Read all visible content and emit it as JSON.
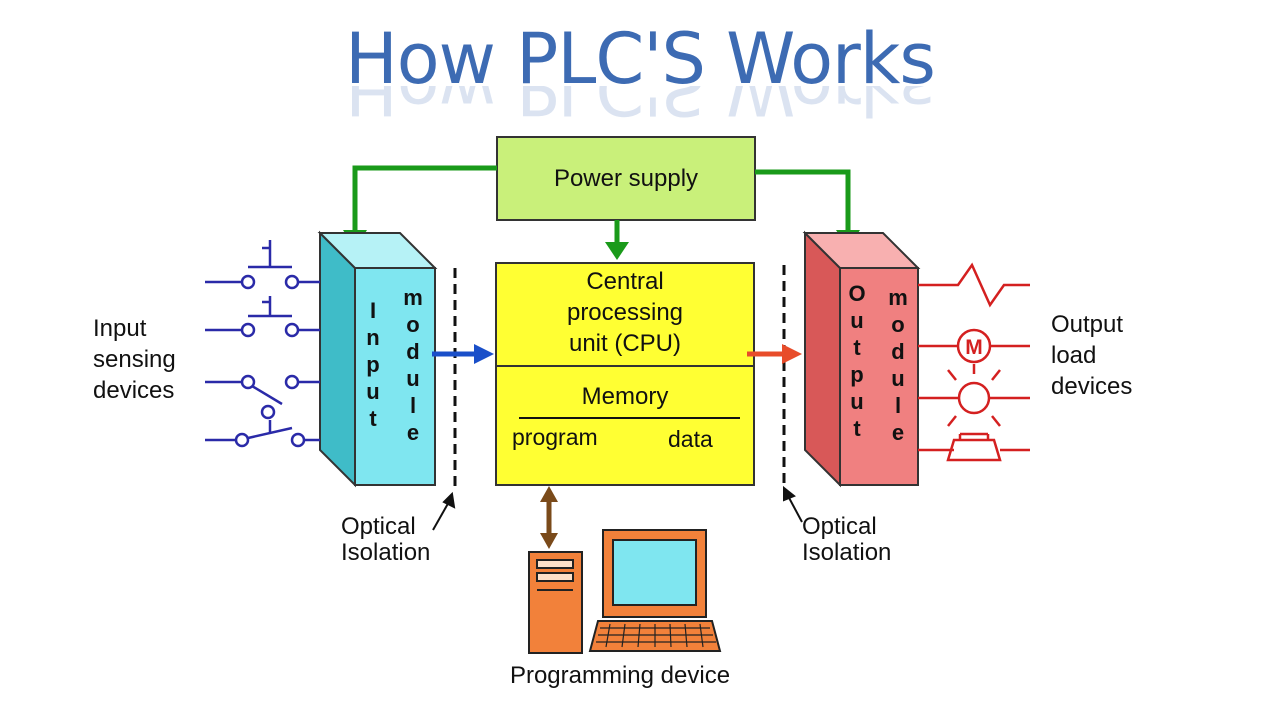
{
  "title": "How PLC'S Works",
  "blocks": {
    "power_supply": "Power supply",
    "cpu_line1": "Central",
    "cpu_line2": "processing",
    "cpu_line3": "unit (CPU)",
    "memory": "Memory",
    "program": "program",
    "data": "data"
  },
  "input_module": {
    "word1": "Input",
    "word2": "module"
  },
  "output_module": {
    "word1": "Output",
    "word2": "module"
  },
  "labels": {
    "input_devices": [
      "Input",
      "sensing",
      "devices"
    ],
    "output_devices": [
      "Output",
      "load",
      "devices"
    ],
    "optical_isolation_left": [
      "Optical",
      "Isolation"
    ],
    "optical_isolation_right": [
      "Optical",
      "Isolation"
    ],
    "programming_device": "Programming device"
  },
  "colors": {
    "title": "#3d6bb3",
    "power_supply": "#c9f07a",
    "cpu": "#ffff33",
    "input_module": "#7fe6f0",
    "output_module": "#f08080",
    "green_arrow": "#1a9a1a",
    "blue_arrow": "#1a4fc9",
    "red_arrow": "#e84c2a",
    "brown_arrow": "#7a4a1a",
    "computer": "#f2813a",
    "switch_lines": "#2a2aa8",
    "load_lines": "#d42020"
  },
  "icons": {
    "input_devices": [
      "pushbutton-no-icon",
      "pushbutton-no-icon",
      "switch-nc-icon",
      "switch-no-icon"
    ],
    "output_devices": [
      "heater-icon",
      "motor-icon",
      "lamp-icon",
      "horn-icon"
    ]
  },
  "motor_symbol": "M"
}
